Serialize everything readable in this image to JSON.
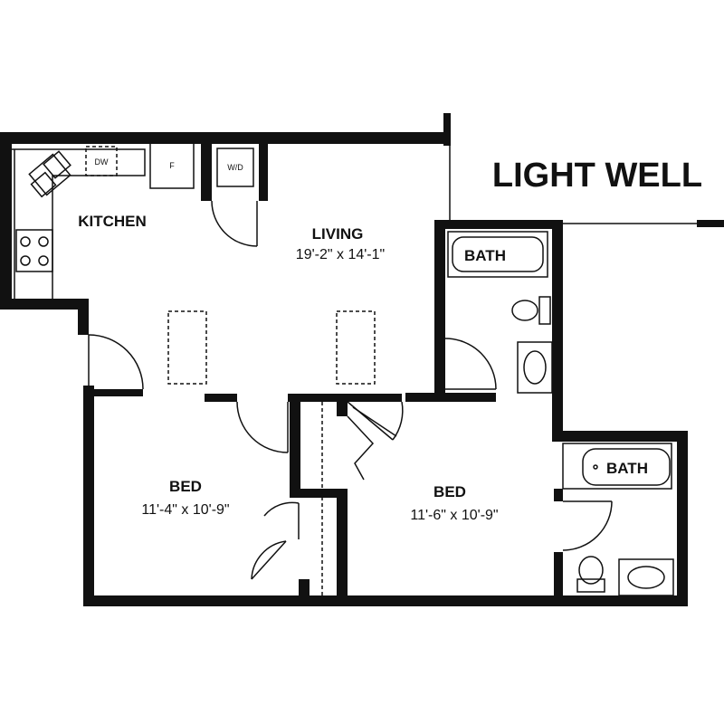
{
  "light_well": "LIGHT WELL",
  "rooms": {
    "kitchen": {
      "label": "KITCHEN"
    },
    "living": {
      "label": "LIVING",
      "dimensions": "19'-2\" x 14'-1\""
    },
    "bed_left": {
      "label": "BED",
      "dimensions": "11'-4\" x 10'-9\""
    },
    "bed_right": {
      "label": "BED",
      "dimensions": "11'-6\" x 10'-9\""
    },
    "bath_main": {
      "label": "BATH"
    },
    "bath_ensuite": {
      "label": "BATH"
    }
  },
  "appliances": {
    "dishwasher": "DW",
    "fridge": "F",
    "washer_dryer": "W/D"
  }
}
